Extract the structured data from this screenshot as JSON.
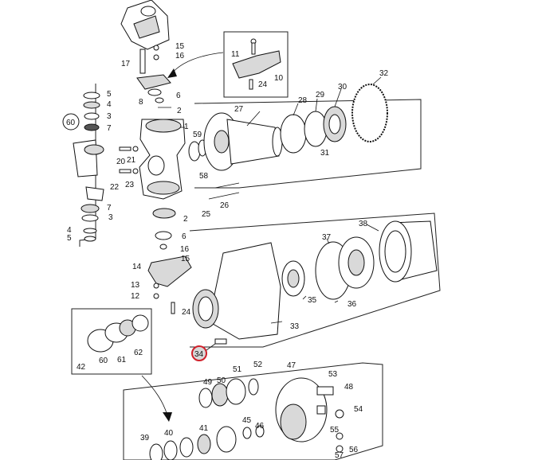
{
  "colors": {
    "line": "#111111",
    "highlight": "#d0202a",
    "shade": "#d9d9d9"
  },
  "highlighted_callout": "34",
  "callouts": [
    "1",
    "2",
    "3",
    "4",
    "5",
    "6",
    "7",
    "8",
    "10",
    "11",
    "12",
    "13",
    "14",
    "15",
    "16",
    "17",
    "20",
    "21",
    "22",
    "23",
    "24",
    "25",
    "26",
    "27",
    "28",
    "29",
    "30",
    "31",
    "32",
    "33",
    "34",
    "35",
    "36",
    "37",
    "38",
    "39",
    "40",
    "41",
    "42",
    "45",
    "46",
    "47",
    "48",
    "49",
    "50",
    "51",
    "52",
    "53",
    "54",
    "55",
    "56",
    "57",
    "58",
    "59",
    "60",
    "61",
    "62"
  ],
  "labels": {
    "c1": "1",
    "c2a": "2",
    "c2b": "2",
    "c3a": "3",
    "c3b": "3",
    "c4a": "4",
    "c4b": "4",
    "c5a": "5",
    "c5b": "5",
    "c6a": "6",
    "c6b": "6",
    "c7a": "7",
    "c7b": "7",
    "c8": "8",
    "c10": "10",
    "c11": "11",
    "c12": "12",
    "c13": "13",
    "c14": "14",
    "c15a": "15",
    "c15b": "15",
    "c16a": "16",
    "c16b": "16",
    "c17": "17",
    "c20": "20",
    "c21": "21",
    "c22": "22",
    "c23": "23",
    "c24a": "24",
    "c24b": "24",
    "c25": "25",
    "c26": "26",
    "c27": "27",
    "c28": "28",
    "c29": "29",
    "c30": "30",
    "c31": "31",
    "c32": "32",
    "c33": "33",
    "c34": "34",
    "c35": "35",
    "c36": "36",
    "c37": "37",
    "c38": "38",
    "c39": "39",
    "c40": "40",
    "c41": "41",
    "c42": "42",
    "c45": "45",
    "c46": "46",
    "c47": "47",
    "c48": "48",
    "c49": "49",
    "c50": "50",
    "c51": "51",
    "c52": "52",
    "c53": "53",
    "c54": "54",
    "c55": "55",
    "c56": "56",
    "c57": "57",
    "c58": "58",
    "c59": "59",
    "c60a": "60",
    "c60b": "60",
    "c61": "61",
    "c62": "62"
  }
}
